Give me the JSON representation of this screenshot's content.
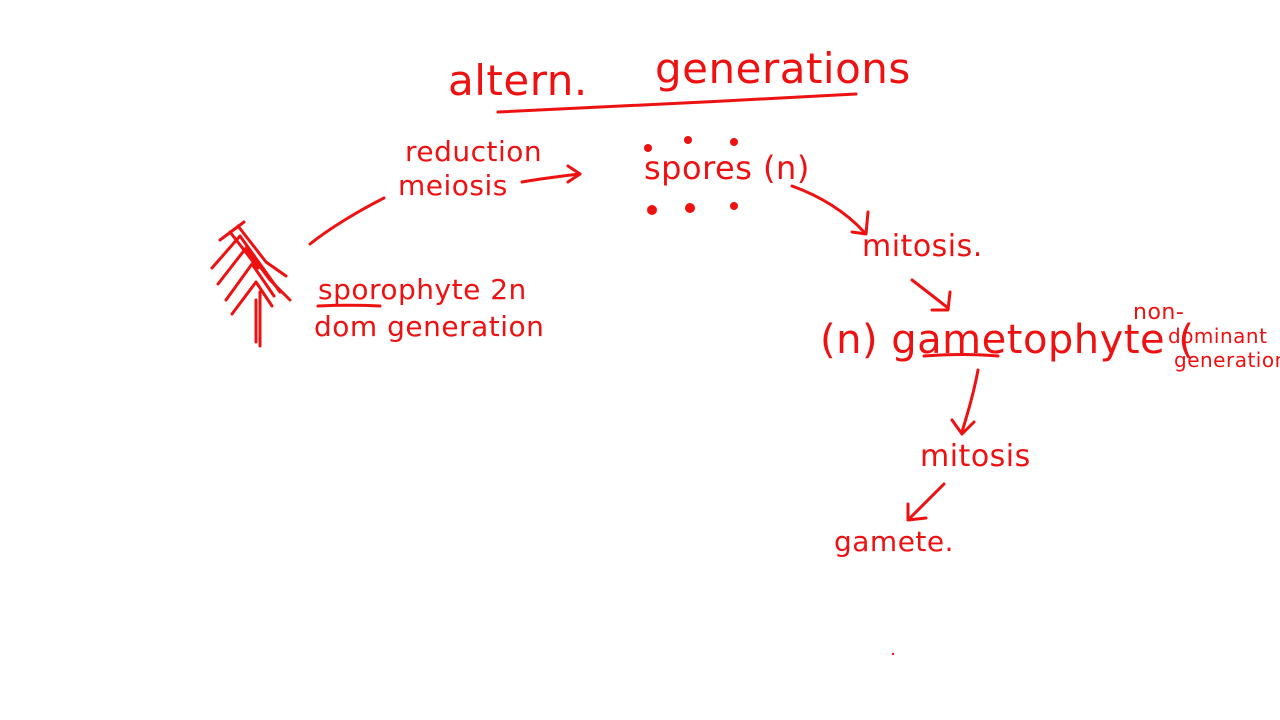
{
  "title": {
    "part1": "altern.",
    "part2": "generations"
  },
  "arrow_labels": {
    "reduction": "reduction",
    "meiosis": "meiosis"
  },
  "nodes": {
    "spores": "spores (n)",
    "sporophyte": "sporophyte 2n",
    "sporophyte_desc": "dom generation",
    "mitosis_1": "mitosis.",
    "gametophyte": "(n) gametophyte (",
    "nondominant_line1": "non-",
    "nondominant_line2": "dominant",
    "nondominant_line3": "generation)",
    "mitosis_2": "mitosis",
    "gamete": "gamete."
  },
  "ink_color": "#ee1111",
  "icons": [
    "tree-icon",
    "arrow-icon"
  ]
}
